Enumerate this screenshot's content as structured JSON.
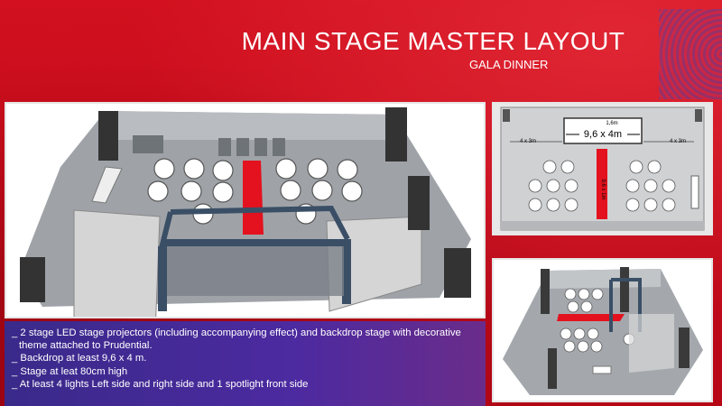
{
  "header": {
    "title": "MAIN STAGE MASTER LAYOUT",
    "subtitle": "GALA DINNER"
  },
  "plan": {
    "stage_size": "9,6 x 4m",
    "stage_gap": "1,6m",
    "side_left": "4 x 3m",
    "side_right": "4 x 3m",
    "runway": "9,6 x 1m"
  },
  "notes": [
    "_ 2 stage LED stage projectors (including accompanying effect) and backdrop stage with decorative",
    "theme attached to Prudential.",
    "_ Backdrop at least 9,6 x 4 m.",
    "_ Stage at leat 80cm high",
    "_ At least 4 lights Left side and right side and 1 spotlight front side"
  ],
  "colors": {
    "background": "#c8091b",
    "runway": "#e3121e",
    "notes_bg": "#3a2a8a",
    "truss": "#3a4f66"
  }
}
